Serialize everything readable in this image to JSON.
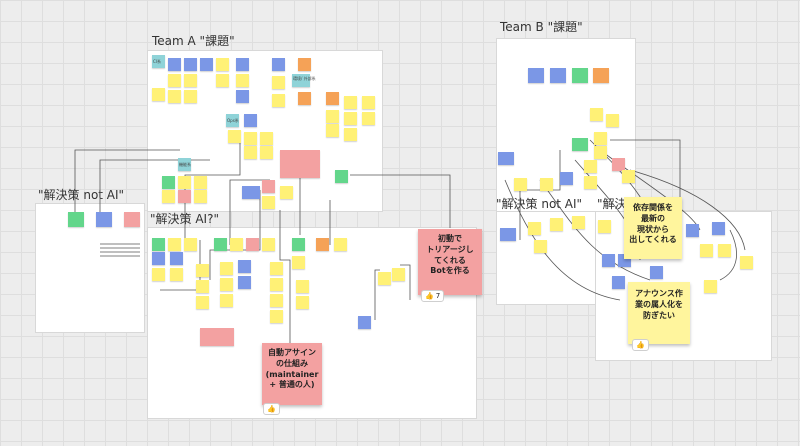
{
  "frames": {
    "team_a_title": "Team A \"課題\"",
    "team_b_title": "Team B \"課題\"",
    "solution_not_ai_left": "\"解決策 not AI\"",
    "solution_ai_left": "\"解決策 AI?\"",
    "solution_not_ai_right": "\"解決策 not AI\"",
    "solution_ai_right": "\"解決策 AI\""
  },
  "big_stickies": {
    "triage_bot": "初動で\nトリアージし\nてくれる\nBotを作る",
    "triage_bot_reactions": "7",
    "auto_assign": "自動アサイン\nの仕組み\n(maintainer\n+ 普通の人)",
    "dependency_update": "依存関係を\n最新の\n現状から\n出してくれる",
    "announcement": "アナウンス作\n業の属人化を\n防ぎたい"
  },
  "small_labels": {
    "ci": "CI系",
    "ops": "Ops系",
    "test": "機能系",
    "env": "環境/\n外部系"
  },
  "colors": {
    "yellow": "#fff176",
    "blue": "#7b97e6",
    "green": "#63d68b",
    "orange": "#f5a257",
    "pink": "#f3a1a1",
    "teal": "#8fd3d8",
    "light_yellow": "#fff59d"
  },
  "icons": {
    "reaction": "thumbs-up-icon"
  }
}
